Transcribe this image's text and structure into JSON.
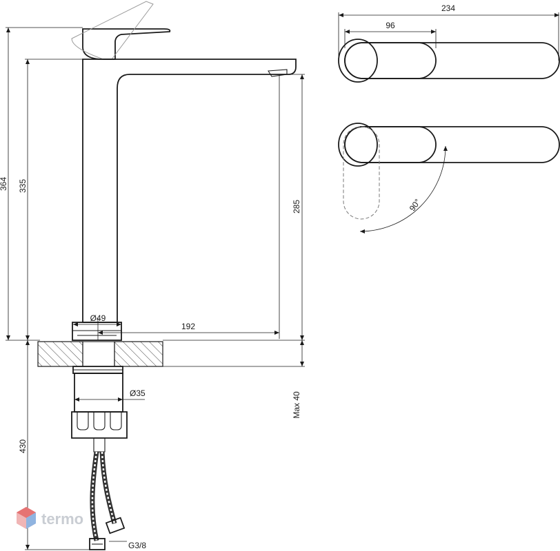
{
  "drawing": {
    "dimensions": {
      "total_height": "364",
      "body_height": "335",
      "spout_height": "285",
      "spout_reach": "192",
      "base_diameter": "Ø49",
      "shank_diameter": "Ø35",
      "max_deck": "Max 40",
      "hose_length": "430",
      "connection": "G3/8",
      "top_width": "234",
      "handle_width": "96",
      "rotation_angle": "90°"
    }
  },
  "watermark": {
    "text": "termo"
  }
}
